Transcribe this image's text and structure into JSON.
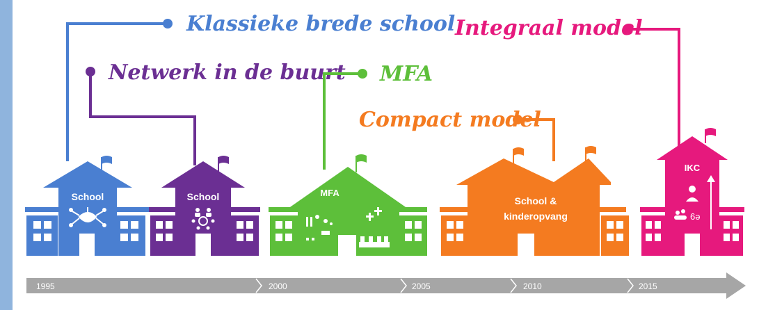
{
  "labels": {
    "klassieke": "Klassieke brede school",
    "netwerk": "Netwerk in de buurt",
    "mfa": "MFA",
    "compact": "Compact model",
    "integraal": "Integraal model"
  },
  "buildings": {
    "school1": "School",
    "school2": "School",
    "mfa": "MFA",
    "compact_line1": "School &",
    "compact_line2": "kinderopvang",
    "ikc": "IKC"
  },
  "timeline": {
    "years": [
      "1995",
      "2000",
      "2005",
      "2010",
      "2015"
    ]
  },
  "colors": {
    "blue": "#4a7fd1",
    "purple": "#6b2f93",
    "green": "#5dbf3a",
    "orange": "#f47b20",
    "pink": "#e6197d",
    "timeline": "#a6a6a6",
    "left_bar": "#8fb4dd"
  }
}
